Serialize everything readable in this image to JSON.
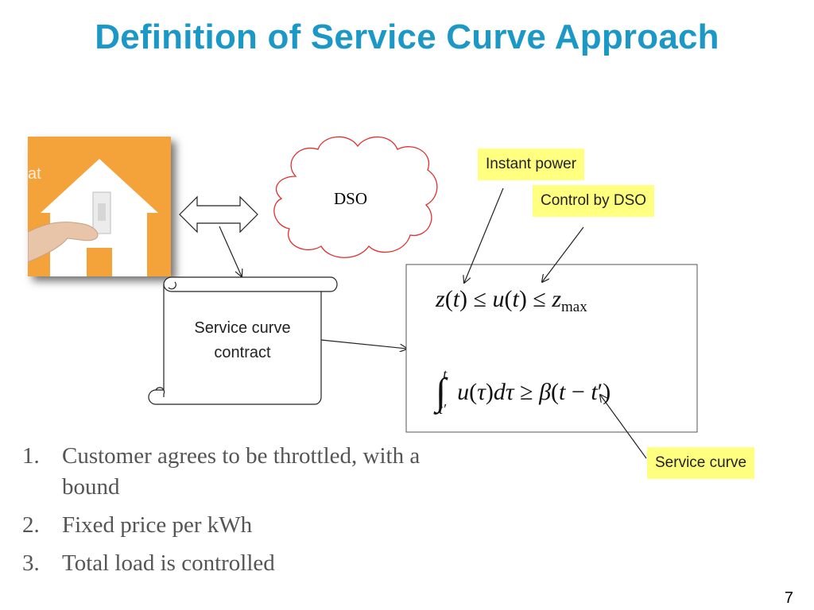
{
  "slide": {
    "title": "Definition of Service Curve Approach",
    "page_number": "7"
  },
  "diagram": {
    "house_image_fragment": "at",
    "cloud_label": "DSO",
    "contract_label": "Service curve contract",
    "callouts": {
      "instant_power": "Instant power",
      "control_by_dso": "Control by DSO",
      "service_curve": "Service curve"
    },
    "equations": {
      "constraint": "z(t) ≤ u(t) ≤ z_max",
      "integral": "∫_{t′}^{t} u(τ)dτ ≥ β(t − t′)"
    }
  },
  "list": [
    {
      "number": "1.",
      "text": "Customer agrees to be throttled, with a bound"
    },
    {
      "number": "2.",
      "text": "Fixed price per kWh"
    },
    {
      "number": "3.",
      "text": "Total load is controlled"
    }
  ],
  "colors": {
    "title": "#1b98c6",
    "callout_fill": "#ffff80",
    "cloud_stroke": "#e03030",
    "house_fill": "#f4a23a"
  }
}
